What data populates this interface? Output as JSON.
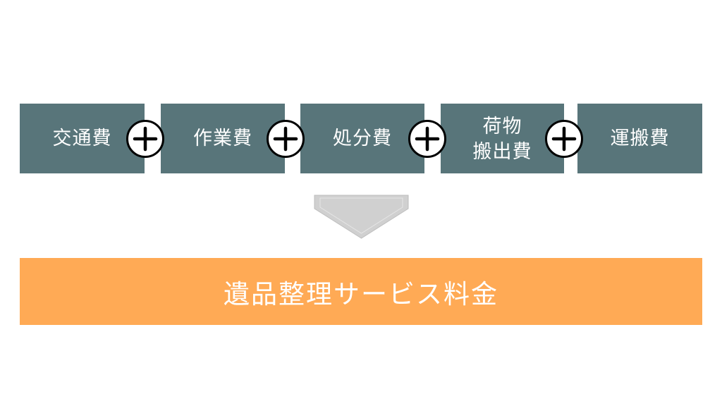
{
  "costs": {
    "transport": "交通費",
    "labor": "作業費",
    "disposal": "処分費",
    "carry_out_line1": "荷物",
    "carry_out_line2": "搬出費",
    "shipping": "運搬費"
  },
  "operator_icon": "plus-icon",
  "result": {
    "label": "遺品整理サービス料金"
  },
  "colors": {
    "cost_box": "#58757a",
    "result_box": "#ffaa55",
    "arrow_fill": "#d0d0d0",
    "operator_ring": "#000000"
  }
}
